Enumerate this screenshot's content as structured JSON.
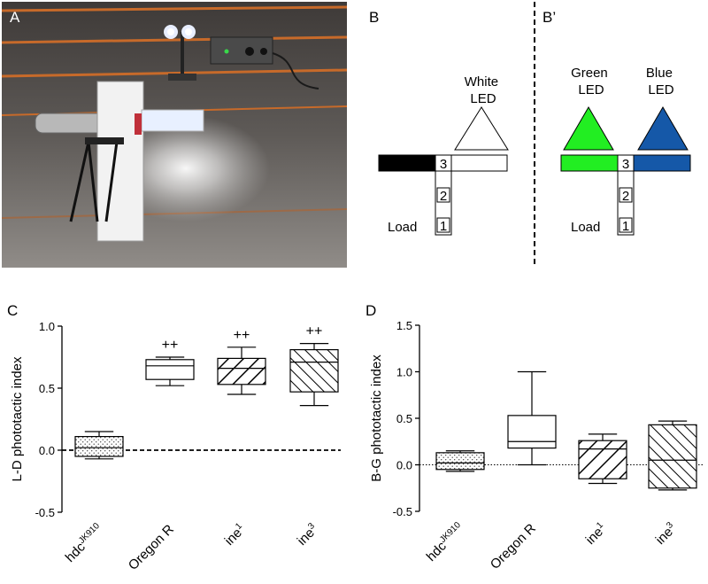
{
  "panels": {
    "a": {
      "letter": "A"
    },
    "b": {
      "letter": "B",
      "led_lines": [
        "White",
        "LED"
      ],
      "load_label": "Load",
      "zones": [
        "3",
        "2",
        "1"
      ],
      "colors": {
        "dark_arm": "#000000",
        "light_arm": "#ffffff",
        "led": "#ffffff"
      }
    },
    "b_prime": {
      "letter": "B’",
      "led_left_lines": [
        "Green",
        "LED"
      ],
      "led_right_lines": [
        "Blue",
        "LED"
      ],
      "load_label": "Load",
      "zones": [
        "3",
        "2",
        "1"
      ],
      "colors": {
        "green": "#22ee22",
        "blue": "#1558a8"
      }
    }
  },
  "chart_data": [
    {
      "type": "boxplot",
      "panel_letter": "C",
      "ylabel": "L-D phototactic index",
      "ylim": [
        -0.5,
        1.0
      ],
      "yticks": [
        "-0.5",
        "0.0",
        "0.5",
        "1.0"
      ],
      "reference_line": {
        "y": 0,
        "style": "dashed"
      },
      "categories": [
        {
          "base": "hdc",
          "sup": "JK910"
        },
        {
          "base": "Oregon R",
          "sup": ""
        },
        {
          "base": "ine",
          "sup": "1"
        },
        {
          "base": "ine",
          "sup": "3"
        }
      ],
      "boxes": [
        {
          "min": -0.07,
          "q1": -0.05,
          "median": 0.02,
          "q3": 0.11,
          "max": 0.15,
          "pattern": "dots",
          "annotation": ""
        },
        {
          "min": 0.52,
          "q1": 0.57,
          "median": 0.68,
          "q3": 0.73,
          "max": 0.75,
          "pattern": "none",
          "annotation": "++"
        },
        {
          "min": 0.45,
          "q1": 0.53,
          "median": 0.66,
          "q3": 0.74,
          "max": 0.83,
          "pattern": "diag-sparse",
          "annotation": "++"
        },
        {
          "min": 0.36,
          "q1": 0.47,
          "median": 0.71,
          "q3": 0.81,
          "max": 0.86,
          "pattern": "diag-dense",
          "annotation": "++"
        }
      ]
    },
    {
      "type": "boxplot",
      "panel_letter": "D",
      "ylabel": "B-G phototactic index",
      "ylim": [
        -0.5,
        1.5
      ],
      "yticks": [
        "-0.5",
        "0.0",
        "0.5",
        "1.0",
        "1.5"
      ],
      "reference_line": {
        "y": 0,
        "style": "dotted"
      },
      "categories": [
        {
          "base": "hdc",
          "sup": "JK910"
        },
        {
          "base": "Oregon R",
          "sup": ""
        },
        {
          "base": "ine",
          "sup": "1"
        },
        {
          "base": "ine",
          "sup": "3"
        }
      ],
      "boxes": [
        {
          "min": -0.07,
          "q1": -0.05,
          "median": 0.02,
          "q3": 0.13,
          "max": 0.15,
          "pattern": "dots",
          "annotation": ""
        },
        {
          "min": 0.0,
          "q1": 0.18,
          "median": 0.25,
          "q3": 0.53,
          "max": 1.0,
          "pattern": "none",
          "annotation": ""
        },
        {
          "min": -0.2,
          "q1": -0.15,
          "median": 0.17,
          "q3": 0.26,
          "max": 0.33,
          "pattern": "diag-sparse",
          "annotation": ""
        },
        {
          "min": -0.27,
          "q1": -0.25,
          "median": 0.05,
          "q3": 0.43,
          "max": 0.47,
          "pattern": "diag-dense",
          "annotation": ""
        }
      ]
    }
  ]
}
